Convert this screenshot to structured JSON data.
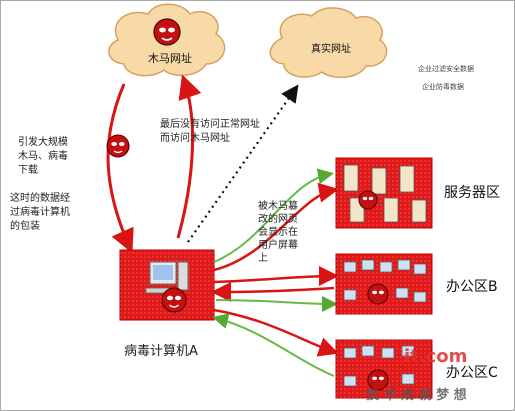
{
  "clouds": {
    "trojan_site": "木马网址",
    "real_site": "真实网址"
  },
  "notes": {
    "left_top": [
      "引发大规模",
      "木马、病毒",
      "下载"
    ],
    "left_bottom": [
      "这时的数据经",
      "过病毒计算机",
      "的包装"
    ],
    "middle": [
      "最后没有访问正常网址",
      "而访问木马网址"
    ],
    "tampered": [
      "被木马篡",
      "改的网页",
      "会显示在",
      "用户屏幕",
      "上"
    ],
    "enterprise": [
      "企业过滤安全数据",
      "企业防毒数据"
    ]
  },
  "zones": {
    "server": "服务器区",
    "office_b": "办公区B",
    "office_c": "办公区C"
  },
  "infected_pc": "病毒计算机A",
  "watermark": {
    "site": "it.com",
    "slogan": "技 术 成 就 梦 想"
  },
  "colors": {
    "red": "#e01a1a",
    "green": "#66bb44",
    "cloud": "#f8d9a8",
    "cloud_stroke": "#d8a060"
  }
}
